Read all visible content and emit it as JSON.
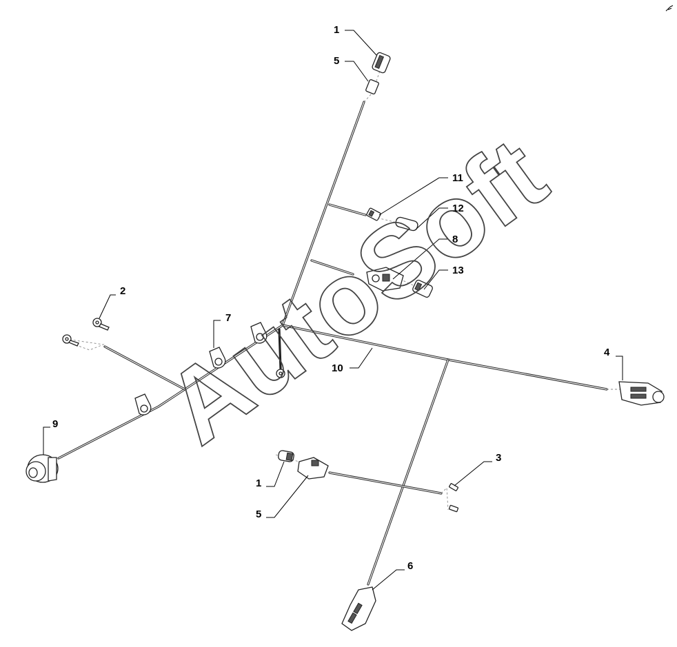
{
  "watermark": "AutoSoft",
  "callouts": {
    "c1_top": "1",
    "c5_top": "5",
    "c11": "11",
    "c12": "12",
    "c8": "8",
    "c13": "13",
    "c2": "2",
    "c7": "7",
    "c10": "10",
    "c4": "4",
    "c9": "9",
    "c1_bottom": "1",
    "c5_bottom": "5",
    "c3": "3",
    "c6": "6"
  }
}
